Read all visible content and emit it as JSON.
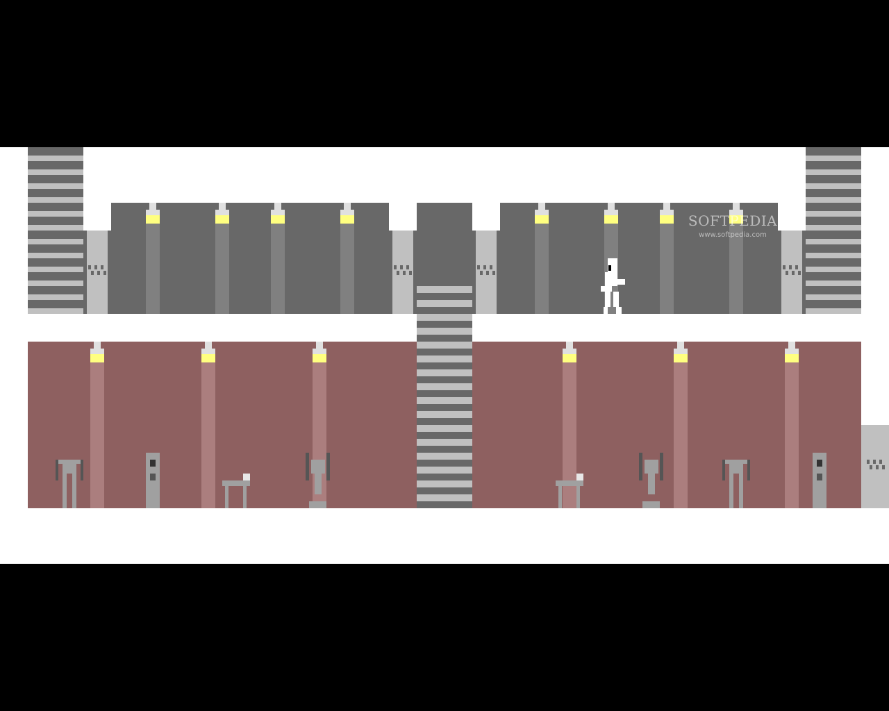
{
  "game": {
    "watermark": {
      "brand": "SOFTPEDIA",
      "url": "www.softpedia.com"
    }
  },
  "colors": {
    "letterbox": "#000000",
    "wall": "#ffffff",
    "upper_room": "#686868",
    "upper_pillar": "#808080",
    "door": "#c0c0c0",
    "stairs_dark": "#686868",
    "stairs_light": "#c0c0c0",
    "lower_room": "#8e6060",
    "lower_pillar": "#ab7e7e",
    "lamp_light": "#ffff80",
    "lamp_base": "#e0e0e0",
    "player": "#ffffff",
    "robot": "#a0a0a0"
  },
  "icons": {
    "player": "player-sprite",
    "lamp": "ceiling-lamp-icon",
    "robot": "robot-sentry-icon",
    "stairs": "staircase-icon",
    "door": "door-icon"
  }
}
